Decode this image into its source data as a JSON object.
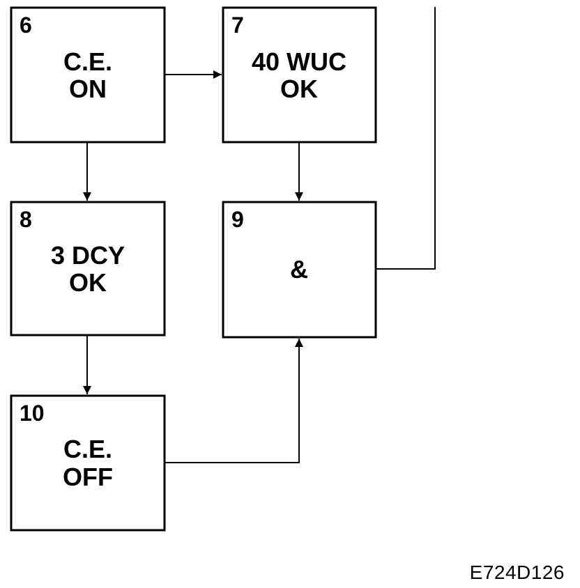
{
  "boxes": [
    {
      "id": "6",
      "number": "6",
      "lines": [
        "C.E.",
        "ON"
      ]
    },
    {
      "id": "7",
      "number": "7",
      "lines": [
        "40 WUC",
        "OK"
      ]
    },
    {
      "id": "8",
      "number": "8",
      "lines": [
        "3 DCY",
        "OK"
      ]
    },
    {
      "id": "9",
      "number": "9",
      "lines": [
        "&"
      ]
    },
    {
      "id": "10",
      "number": "10",
      "lines": [
        "C.E.",
        "OFF"
      ]
    }
  ],
  "figure_id": "E724D126"
}
